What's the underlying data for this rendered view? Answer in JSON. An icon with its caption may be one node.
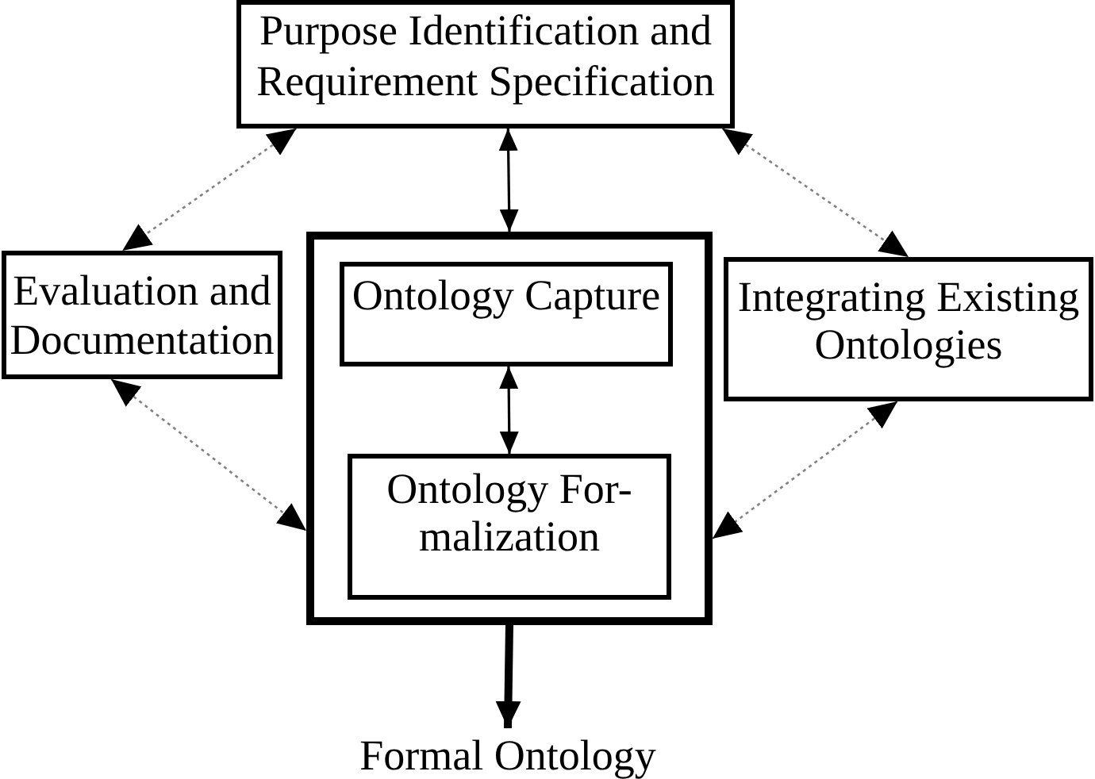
{
  "diagram": {
    "nodes": [
      {
        "text": [
          "Purpose Identification and Requirement Specification"
        ]
      },
      {
        "text": [
          "Evaluation and Documentation"
        ]
      },
      {
        "text": [],
        "shape": "box"
      },
      {
        "text": [
          "Ontology Capture"
        ],
        "in": 2
      },
      {
        "text": [
          "Ontology For- malization"
        ],
        "in": 2
      },
      {
        "text": [
          "Integrating Existing Ontologies"
        ]
      },
      {
        "text": [
          "Formal Ontology"
        ]
      }
    ],
    "edges": [
      {
        "from": 0,
        "to": 1,
        "arrow": "both",
        "style": "dashed"
      },
      {
        "from": 0,
        "to": 5,
        "arrow": "both",
        "style": "dashed"
      },
      {
        "from": 0,
        "to": 2,
        "arrow": "both",
        "color": "#000000"
      },
      {
        "from": 1,
        "to": 2,
        "arrow": "both",
        "style": "dashed"
      },
      {
        "from": 5,
        "to": 2,
        "arrow": "both",
        "style": "dashed"
      },
      {
        "from": 3,
        "to": 4,
        "arrow": "both",
        "color": "#000000"
      },
      {
        "from": 2,
        "to": 6,
        "arrow": "to",
        "style": "thick",
        "color": "#000000"
      }
    ]
  }
}
